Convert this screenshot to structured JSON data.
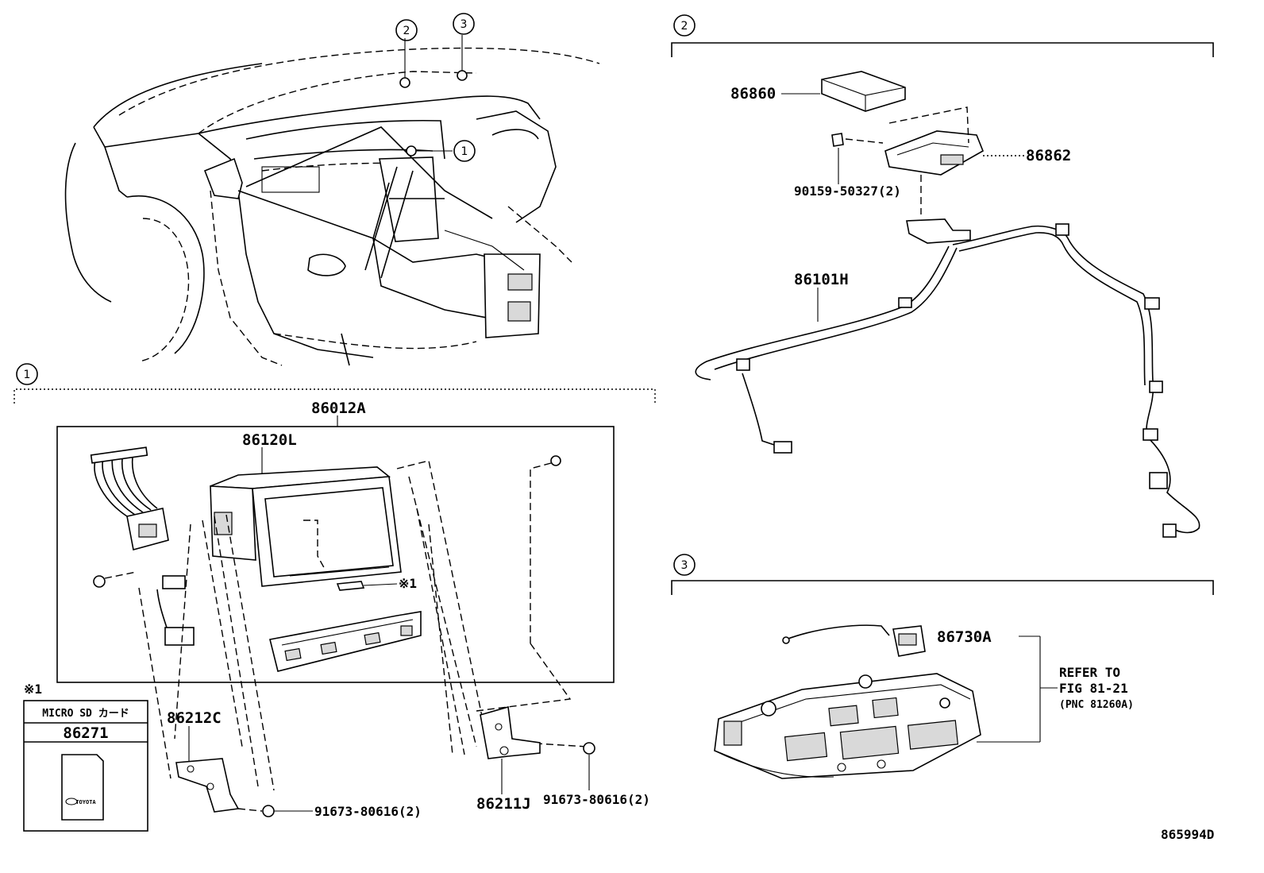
{
  "callouts": {
    "one": "1",
    "two": "2",
    "three": "3"
  },
  "labels": {
    "assembly": "86012A",
    "display": "86120L",
    "bracket_left": "86212C",
    "bracket_right": "86211J",
    "screw_left": "91673-80616(2)",
    "screw_right": "91673-80616(2)",
    "sd_mark": "※1",
    "module": "86860",
    "module_bracket": "86862",
    "bolt": "90159-50327(2)",
    "harness": "86101H",
    "microphone": "86730A",
    "refer_line1": "REFER TO",
    "refer_line2": "FIG 81-21",
    "refer_line3": "(PNC 81260A)",
    "drawing_no": "865994D"
  },
  "sd_card": {
    "header_mark": "※1",
    "title": "MICRO SD カード",
    "part_no": "86271",
    "brand": "TOYOTA"
  }
}
